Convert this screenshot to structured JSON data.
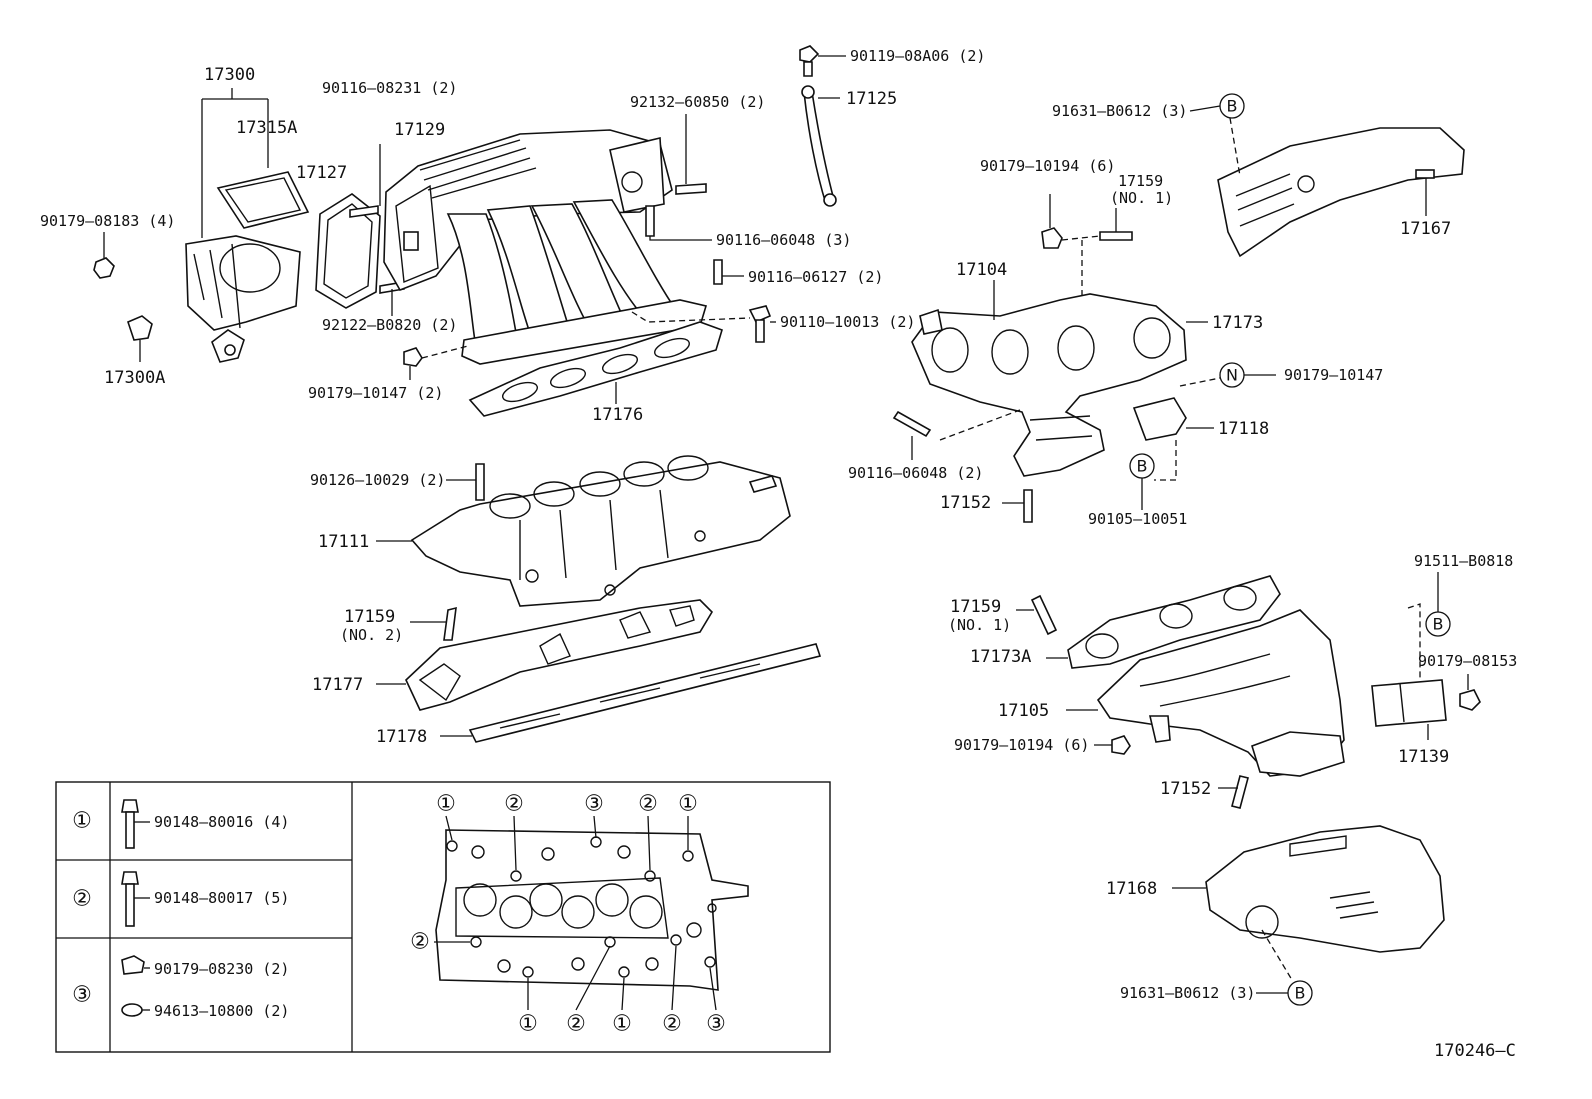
{
  "labels": {
    "p17300": "17300",
    "p17315a": "17315A",
    "p90179_08183": "90179–08183 (4)",
    "p17300a": "17300A",
    "p90116_08231": "90116–08231 (2)",
    "p17127": "17127",
    "p17129": "17129",
    "p92132_60850": "92132–60850 (2)",
    "p90119_08a06": "90119–08A06 (2)",
    "p17125": "17125",
    "p90116_06048_3": "90116–06048 (3)",
    "p90116_06127": "90116–06127 (2)",
    "p92122_b0820": "92122–B0820 (2)",
    "p90110_10013": "90110–10013 (2)",
    "p90179_10147_2": "90179–10147 (2)",
    "p17176": "17176",
    "p90126_10029": "90126–10029 (2)",
    "p17111": "17111",
    "p17159_no2": "17159",
    "p17159_no2_sub": "(NO. 2)",
    "p17177": "17177",
    "p17178": "17178",
    "p91631_b0612_top": "91631–B0612 (3)",
    "p17167": "17167",
    "p90179_10194_top": "90179–10194 (6)",
    "p17159_no1_top": "17159",
    "p17159_no1_top_sub": "(NO. 1)",
    "p17104": "17104",
    "p17173": "17173",
    "p90179_10147": "90179–10147",
    "p17118": "17118",
    "p90116_06048_2": "90116–06048 (2)",
    "p17152_top": "17152",
    "p90105_10051": "90105–10051",
    "p91511_b0818": "91511–B0818",
    "p17159_no1_bot": "17159",
    "p17159_no1_bot_sub": "(NO. 1)",
    "p17173a": "17173A",
    "p90179_08153": "90179–08153",
    "p17105": "17105",
    "p90179_10194_bot": "90179–10194 (6)",
    "p17139": "17139",
    "p17152_bot": "17152",
    "p17168": "17168",
    "p91631_b0612_bot": "91631–B0612 (3)",
    "diagram_code": "170246–C"
  },
  "markers": {
    "b": "B",
    "n": "N",
    "one": "①",
    "two": "②",
    "three": "③"
  },
  "legend": {
    "row1_num": "①",
    "row1_part": "90148–80016 (4)",
    "row2_num": "②",
    "row2_part": "90148–80017 (5)",
    "row3_num": "③",
    "row3_part_a": "90179–08230 (2)",
    "row3_part_b": "94613–10800 (2)"
  }
}
